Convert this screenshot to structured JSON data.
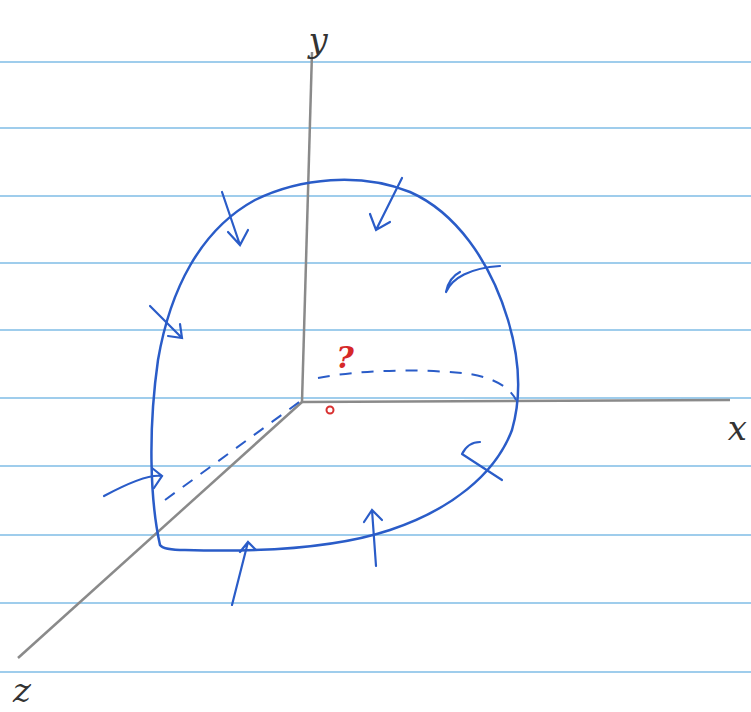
{
  "diagram": {
    "labels": [
      "y",
      "x",
      "z",
      "?"
    ]
  }
}
